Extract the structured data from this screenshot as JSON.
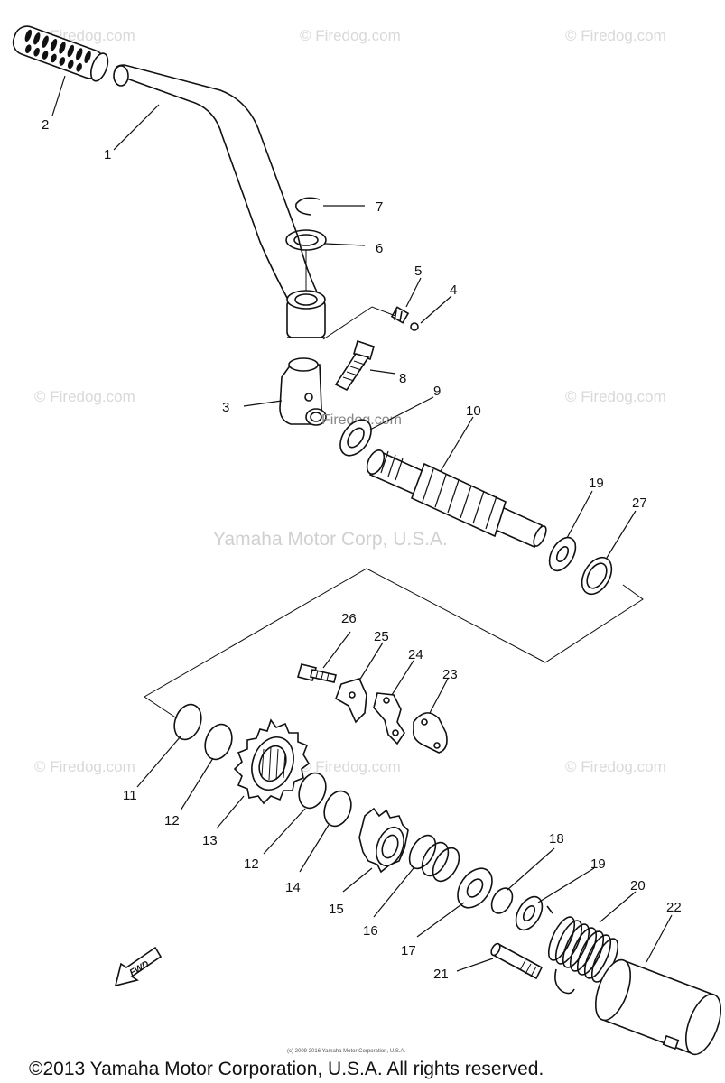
{
  "watermarks": {
    "small": "© Firedog.com",
    "center": "Yamaha Motor Corp, U.S.A.",
    "inline": "Firedog.com"
  },
  "callouts": {
    "p1": "1",
    "p2": "2",
    "p3": "3",
    "p4": "4",
    "p5": "5",
    "p6": "6",
    "p7": "7",
    "p8": "8",
    "p9": "9",
    "p10": "10",
    "p11": "11",
    "p12a": "12",
    "p12b": "12",
    "p13": "13",
    "p14": "14",
    "p15": "15",
    "p16": "16",
    "p17": "17",
    "p18": "18",
    "p19a": "19",
    "p19b": "19",
    "p20": "20",
    "p21": "21",
    "p22": "22",
    "p23": "23",
    "p24": "24",
    "p25": "25",
    "p26": "26",
    "p27": "27"
  },
  "fwd_label": "FWD",
  "footer": {
    "copyright": "©2013 Yamaha Motor Corporation, U.S.A. All rights reserved.",
    "small_print": "(c) 2009 2016 Yamaha Motor Corporation, U.S.A."
  }
}
